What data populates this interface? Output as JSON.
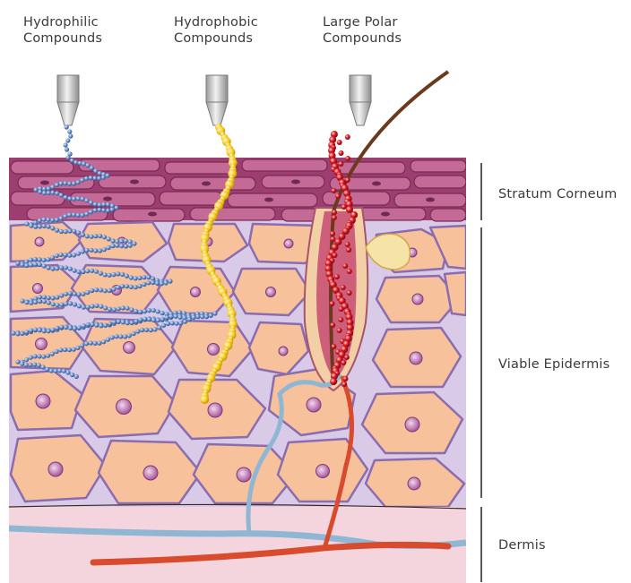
{
  "compounds": [
    {
      "line1": "Hydrophilic",
      "line2": "Compounds",
      "color": "#5a82c0"
    },
    {
      "line1": "Hydrophobic",
      "line2": "Compounds",
      "color": "#f2c42a"
    },
    {
      "line1": "Large Polar",
      "line2": "Compounds",
      "color": "#c8101e"
    }
  ],
  "layers": {
    "stratum_corneum": "Stratum Corneum",
    "viable_epidermis": "Viable Epidermis",
    "dermis": "Dermis"
  },
  "colors": {
    "corneum": "#b8507e",
    "cell_fill": "#f7c09a",
    "cell_border": "#8a6fb0",
    "intercellular": "#d9c9e6",
    "dermis": "#f3d3dc",
    "vein": "#8fb7d3",
    "artery": "#d8432c",
    "hair": "#6b3a1e",
    "tube": "#cfcfcf"
  }
}
